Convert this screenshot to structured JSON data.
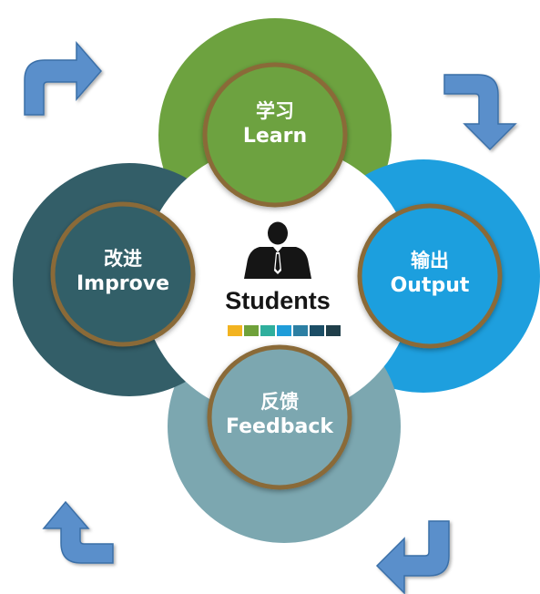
{
  "center": {
    "title": "Students",
    "icon": "person-in-suit-icon",
    "color_bar": [
      "#F2B320",
      "#6FA13A",
      "#2FAF9D",
      "#1F9DD9",
      "#2C7FA3",
      "#1C4E66",
      "#203F4A"
    ]
  },
  "nodes": {
    "learn": {
      "zh": "学习",
      "en": "Learn",
      "color": "#6DA23F"
    },
    "output": {
      "zh": "输出",
      "en": "Output",
      "color": "#1E9FDE"
    },
    "feedback": {
      "zh": "反馈",
      "en": "Feedback",
      "color": "#7CA7B0"
    },
    "improve": {
      "zh": "改进",
      "en": "Improve",
      "color": "#335E68"
    }
  },
  "ring_border_color": "#8A6A38",
  "arrow_color": "#5A8FCB",
  "arrows": [
    "up-right-arrow-icon",
    "down-right-arrow-icon",
    "down-left-arrow-icon",
    "up-left-arrow-icon"
  ]
}
